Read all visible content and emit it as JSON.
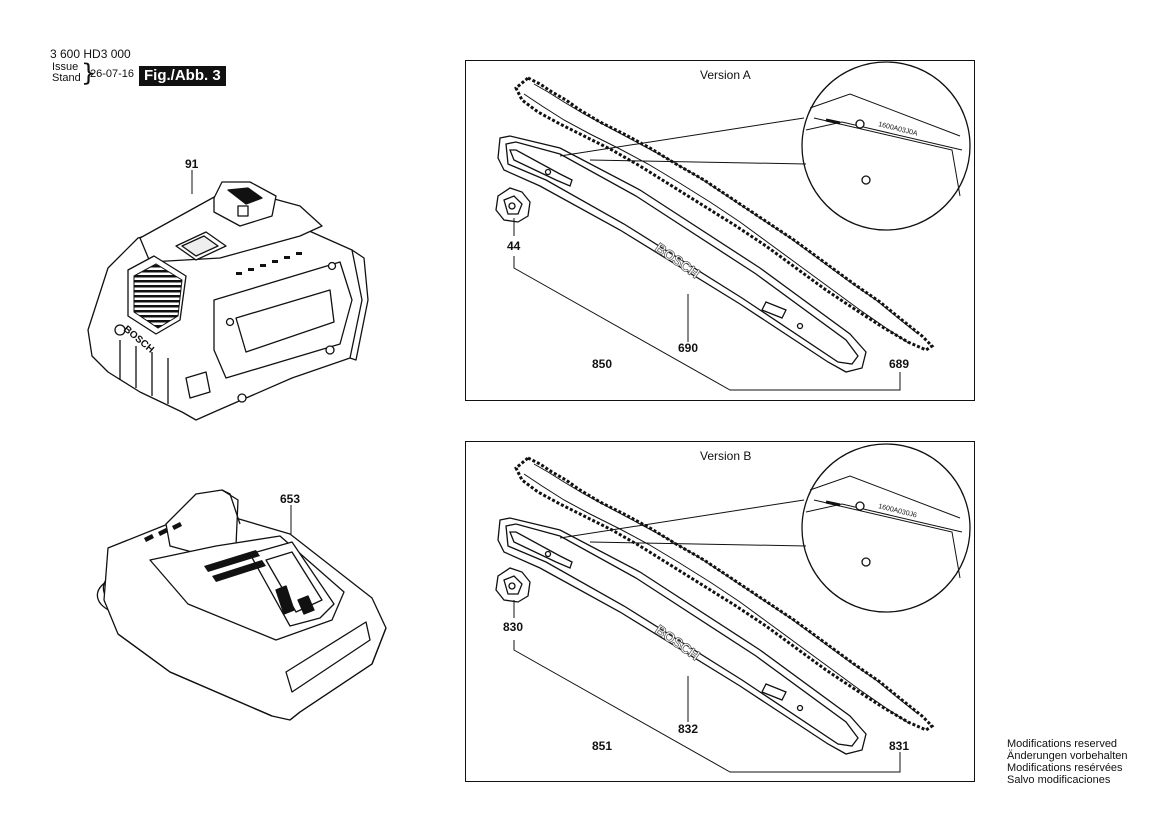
{
  "header": {
    "doc_number": "3 600 HD3 000",
    "issue_label": "Issue",
    "stand_label": "Stand",
    "date": "26-07-16",
    "figure_label": "Fig./Abb. 3"
  },
  "left_parts": {
    "battery_label": "91",
    "charger_label": "653"
  },
  "panel_a": {
    "title": "Version A",
    "bar_code": "1600A03J0A",
    "brand": "BOSCH",
    "parts": {
      "nut": "44",
      "set": "850",
      "bar": "690",
      "chain": "689"
    }
  },
  "panel_b": {
    "title": "Version B",
    "bar_code": "1600A030J6",
    "brand": "BOSCH",
    "parts": {
      "nut": "830",
      "set": "851",
      "bar": "832",
      "chain": "831"
    }
  },
  "battery_brand": "BOSCH",
  "footer": {
    "lines": [
      "Modifications reserved",
      "Änderungen vorbehalten",
      "Modifications resérvées",
      "Salvo modificaciones"
    ]
  }
}
